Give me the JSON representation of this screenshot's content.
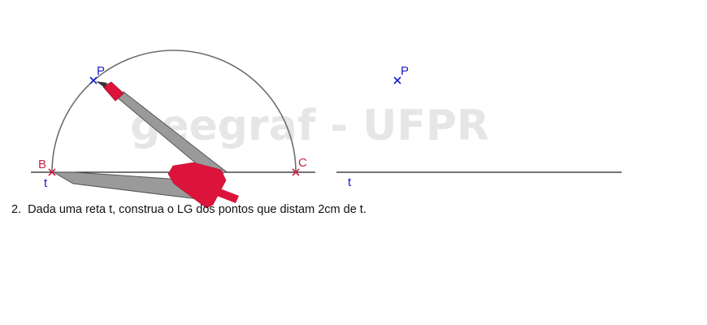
{
  "watermark": "geegraf - UFPR",
  "construction": {
    "point_p": "P",
    "point_b": "B",
    "point_c": "C",
    "line_t": "t"
  },
  "answer_area": {
    "point_p": "P",
    "line_t": "t"
  },
  "question": {
    "number": "2.",
    "text": "Dada uma reta t, construa o LG dos pontos que distam 2cm de t."
  },
  "colors": {
    "point_blue": "#1a1acc",
    "point_red": "#cc2244",
    "compass_gray": "#9a9a9a",
    "compass_red": "#dc143c",
    "arc_gray": "#6e6e6e"
  }
}
